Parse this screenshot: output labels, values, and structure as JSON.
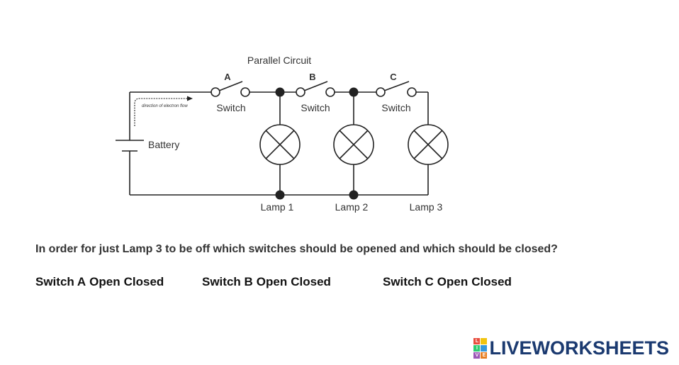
{
  "diagram": {
    "title": "Parallel Circuit",
    "switch_letters": [
      "A",
      "B",
      "C"
    ],
    "switch_label": "Switch",
    "battery_label": "Battery",
    "electron_flow_label": "direction of electron flow",
    "lamps": [
      "Lamp 1",
      "Lamp 2",
      "Lamp 3"
    ]
  },
  "question": "In order for just Lamp 3 to be off which switches should be opened and which should be closed?",
  "answers": [
    {
      "switch": "Switch A",
      "open": "Open",
      "closed": "Closed"
    },
    {
      "switch": "Switch B",
      "open": "Open",
      "closed": "Closed"
    },
    {
      "switch": "Switch C",
      "open": "Open",
      "closed": "Closed"
    }
  ],
  "logo": {
    "mark_letters": [
      "L",
      "I",
      "V",
      "E"
    ],
    "text": "LIVEWORKSHEETS",
    "colors": {
      "text": "#1b3a70",
      "mark": [
        "#e84c3d",
        "#f1c40f",
        "#2ecc71",
        "#3498db",
        "#9b59b6",
        "#e67e22"
      ]
    }
  }
}
